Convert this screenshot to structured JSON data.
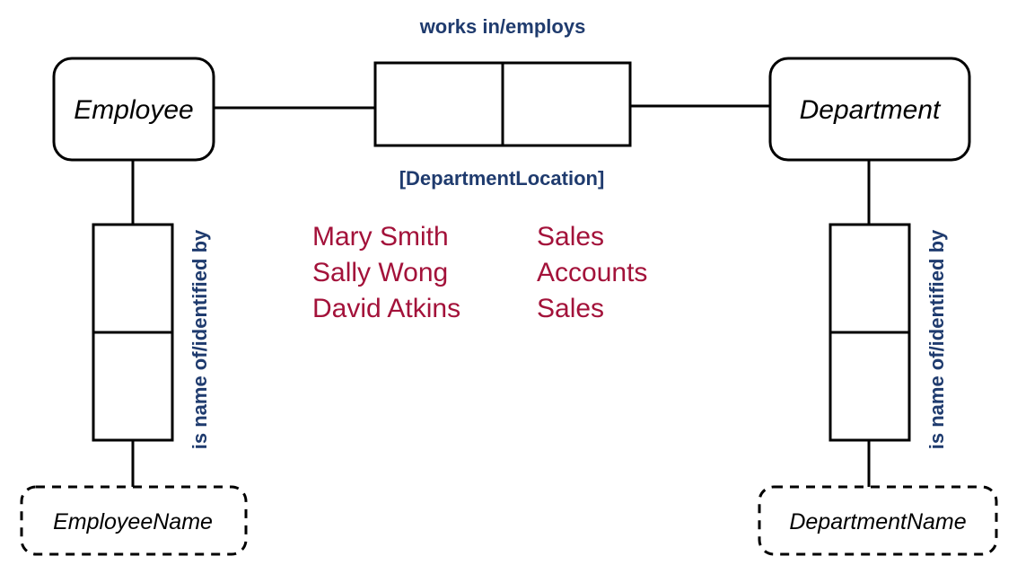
{
  "entities": {
    "employee": "Employee",
    "department": "Department"
  },
  "value_types": {
    "employee_name": "EmployeeName",
    "department_name": "DepartmentName"
  },
  "fact_types": {
    "works_in_reading": "works in/employs",
    "works_in_constraint": "[DepartmentLocation]",
    "employee_name_reading": "is name of/identified by",
    "department_name_reading": "is name of/identified by"
  },
  "sample_population": {
    "employees": [
      "Mary Smith",
      "Sally Wong",
      "David Atkins"
    ],
    "departments": [
      "Sales",
      "Accounts",
      "Sales"
    ]
  },
  "colors": {
    "reading_text": "#1f3b6e",
    "sample_text": "#a3123a",
    "stroke": "#000000"
  }
}
